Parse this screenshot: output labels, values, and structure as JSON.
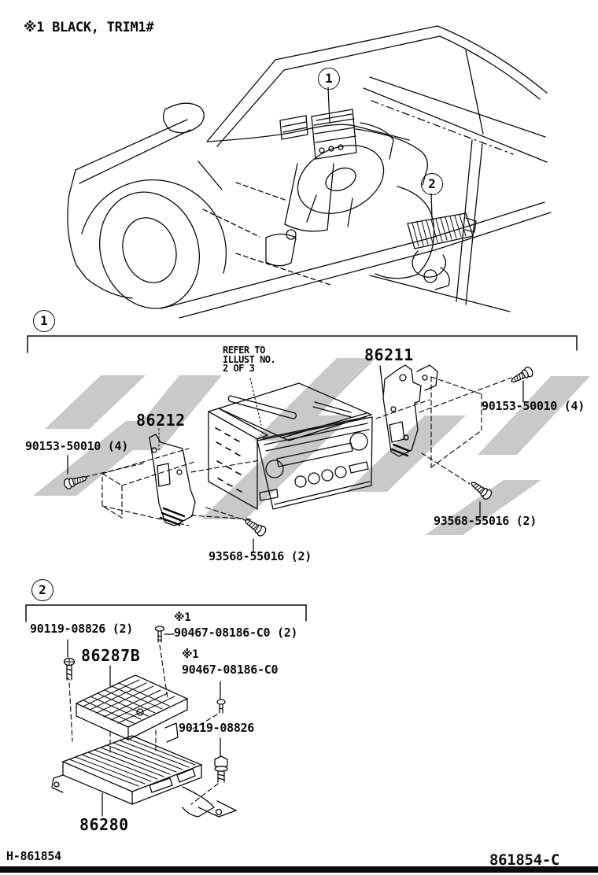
{
  "note": "※1 BLACK, TRIM1#",
  "colors": {
    "line": "#0a0a0a",
    "watermark": "#c9c9c9"
  },
  "car": {
    "callout_radio": "1",
    "callout_amp": "2"
  },
  "section1": {
    "callout": "1",
    "refer_note_line1": "REFER TO",
    "refer_note_line2": "ILLUST NO.",
    "refer_note_line3": "2 OF 3",
    "parts": {
      "radio_assembly": "86211",
      "bracket": "86212",
      "screw_right": "90153-50010 (4)",
      "screw_left": "90153-50010 (4)",
      "screw_lower_right": "93568-55016 (2)",
      "screw_bottom": "93568-55016 (2)"
    }
  },
  "section2": {
    "callout": "2",
    "parts": {
      "screw_top": "90119-08826 (2)",
      "clip_note_a": "※1",
      "clip_a": "90467-08186-C0 (2)",
      "cover": "86287B",
      "clip_note_b": "※1",
      "clip_b": "90467-08186-C0",
      "bolt": "90119-08826",
      "amplifier": "86280"
    }
  },
  "footer": {
    "left": "H-861854",
    "right": "861854-C"
  }
}
